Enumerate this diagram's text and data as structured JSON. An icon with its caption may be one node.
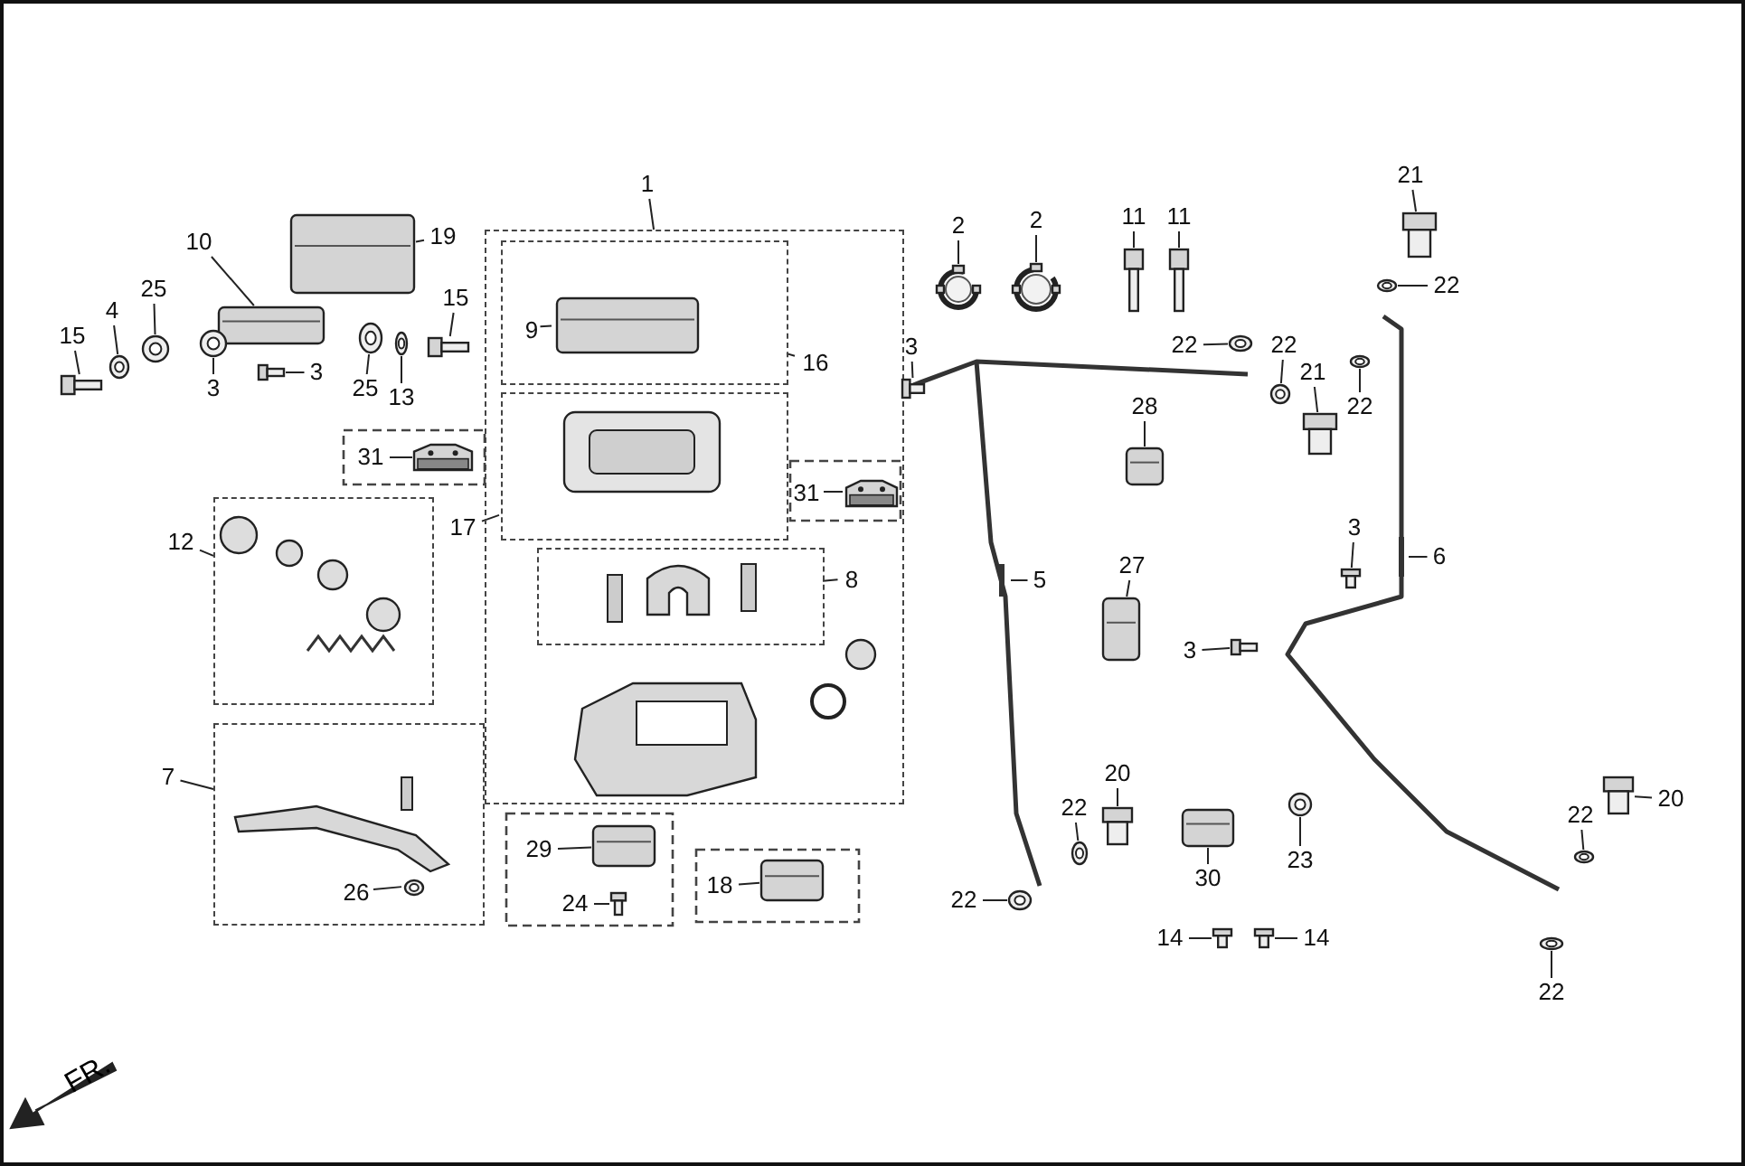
{
  "diagram": {
    "nodes": [
      {
        "text": [],
        "shape": "box"
      },
      {
        "text": [],
        "shape": "box",
        "in": 0
      },
      {
        "text": [],
        "shape": "box",
        "in": 0
      },
      {
        "text": [],
        "shape": "box",
        "in": 0
      },
      {
        "text": [],
        "shape": "box"
      },
      {
        "text": [],
        "shape": "box"
      },
      {
        "text": [
          "10"
        ]
      },
      {
        "text": [],
        "shape": "picture"
      },
      {
        "text": [
          "19"
        ]
      },
      {
        "text": [],
        "shape": "picture"
      },
      {
        "text": [
          "15"
        ]
      },
      {
        "text": [],
        "shape": "picture"
      },
      {
        "text": [
          "4"
        ]
      },
      {
        "text": [],
        "shape": "picture"
      },
      {
        "text": [
          "25"
        ]
      },
      {
        "text": [],
        "shape": "picture"
      },
      {
        "text": [
          "3"
        ]
      },
      {
        "text": [],
        "shape": "picture"
      },
      {
        "text": [
          "3"
        ]
      },
      {
        "text": [],
        "shape": "picture"
      },
      {
        "text": [
          "25"
        ]
      },
      {
        "text": [],
        "shape": "picture"
      },
      {
        "text": [
          "13"
        ]
      },
      {
        "text": [],
        "shape": "picture"
      },
      {
        "text": [
          "15"
        ]
      },
      {
        "text": [],
        "shape": "picture"
      },
      {
        "text": [
          "1"
        ]
      },
      {
        "text": [
          "9"
        ],
        "in": 1
      },
      {
        "text": [],
        "shape": "picture",
        "in": 1
      },
      {
        "text": [
          "16"
        ],
        "in": 0
      },
      {
        "text": [
          "17"
        ]
      },
      {
        "text": [
          "31"
        ]
      },
      {
        "text": [],
        "shape": "picture"
      },
      {
        "text": [
          "12"
        ]
      },
      {
        "text": [
          "8"
        ],
        "in": 0
      },
      {
        "text": [
          "31"
        ],
        "in": 0
      },
      {
        "text": [],
        "shape": "picture",
        "in": 0
      },
      {
        "text": [
          "7"
        ]
      },
      {
        "text": [
          "26"
        ],
        "in": 5
      },
      {
        "text": [],
        "shape": "picture",
        "in": 5
      },
      {
        "text": [
          "29"
        ]
      },
      {
        "text": [],
        "shape": "picture"
      },
      {
        "text": [
          "24"
        ]
      },
      {
        "text": [],
        "shape": "picture"
      },
      {
        "text": [
          "18"
        ]
      },
      {
        "text": [],
        "shape": "picture"
      },
      {
        "text": [
          "2"
        ]
      },
      {
        "text": [],
        "shape": "picture"
      },
      {
        "text": [
          "2"
        ]
      },
      {
        "text": [],
        "shape": "picture"
      },
      {
        "text": [
          "11"
        ]
      },
      {
        "text": [],
        "shape": "picture"
      },
      {
        "text": [
          "11"
        ]
      },
      {
        "text": [],
        "shape": "picture"
      },
      {
        "text": [
          "3"
        ]
      },
      {
        "text": [],
        "shape": "picture"
      },
      {
        "text": [
          "22"
        ]
      },
      {
        "text": [],
        "shape": "picture"
      },
      {
        "text": [
          "22"
        ]
      },
      {
        "text": [],
        "shape": "picture"
      },
      {
        "text": [
          "21"
        ]
      },
      {
        "text": [],
        "shape": "picture"
      },
      {
        "text": [
          "22"
        ]
      },
      {
        "text": [],
        "shape": "picture"
      },
      {
        "text": [
          "21"
        ]
      },
      {
        "text": [],
        "shape": "picture"
      },
      {
        "text": [
          "22"
        ]
      },
      {
        "text": [],
        "shape": "picture"
      },
      {
        "text": [
          "28"
        ]
      },
      {
        "text": [],
        "shape": "picture"
      },
      {
        "text": [
          "5"
        ]
      },
      {
        "text": [],
        "shape": "picture"
      },
      {
        "text": [
          "6"
        ]
      },
      {
        "text": [],
        "shape": "picture"
      },
      {
        "text": [
          "3"
        ]
      },
      {
        "text": [],
        "shape": "picture"
      },
      {
        "text": [
          "27"
        ]
      },
      {
        "text": [],
        "shape": "picture"
      },
      {
        "text": [
          "3"
        ]
      },
      {
        "text": [],
        "shape": "picture"
      },
      {
        "text": [
          "20"
        ]
      },
      {
        "text": [],
        "shape": "picture"
      },
      {
        "text": [
          "22"
        ]
      },
      {
        "text": [],
        "shape": "picture"
      },
      {
        "text": [
          "22"
        ]
      },
      {
        "text": [],
        "shape": "picture"
      },
      {
        "text": [
          "30"
        ]
      },
      {
        "text": [],
        "shape": "picture"
      },
      {
        "text": [
          "23"
        ]
      },
      {
        "text": [],
        "shape": "picture"
      },
      {
        "text": [
          "14"
        ]
      },
      {
        "text": [],
        "shape": "picture"
      },
      {
        "text": [
          "14"
        ]
      },
      {
        "text": [],
        "shape": "picture"
      },
      {
        "text": [
          "20"
        ]
      },
      {
        "text": [],
        "shape": "picture"
      },
      {
        "text": [
          "22"
        ]
      },
      {
        "text": [],
        "shape": "picture"
      },
      {
        "text": [
          "22"
        ]
      },
      {
        "text": [],
        "shape": "picture"
      }
    ],
    "edges": [
      {
        "from": 6,
        "to": 7,
        "arrow": "none"
      },
      {
        "from": 8,
        "to": 9,
        "arrow": "none"
      },
      {
        "from": 10,
        "to": 11,
        "arrow": "none"
      },
      {
        "from": 12,
        "to": 13,
        "arrow": "none"
      },
      {
        "from": 14,
        "to": 15,
        "arrow": "none"
      },
      {
        "from": 16,
        "to": 17,
        "arrow": "none"
      },
      {
        "from": 18,
        "to": 19,
        "arrow": "none"
      },
      {
        "from": 20,
        "to": 21,
        "arrow": "none"
      },
      {
        "from": 22,
        "to": 23,
        "arrow": "none"
      },
      {
        "from": 24,
        "to": 25,
        "arrow": "none"
      },
      {
        "from": 26,
        "to": 0,
        "arrow": "none"
      },
      {
        "from": 27,
        "to": 28,
        "arrow": "none"
      },
      {
        "from": 29,
        "to": 1,
        "arrow": "none"
      },
      {
        "from": 30,
        "to": 2,
        "arrow": "none"
      },
      {
        "from": 31,
        "to": 32,
        "arrow": "none"
      },
      {
        "from": 33,
        "to": 4,
        "arrow": "none"
      },
      {
        "from": 34,
        "to": 3,
        "arrow": "none"
      },
      {
        "from": 35,
        "to": 36,
        "arrow": "none"
      },
      {
        "from": 37,
        "to": 5,
        "arrow": "none"
      },
      {
        "from": 38,
        "to": 39,
        "arrow": "none"
      },
      {
        "from": 40,
        "to": 41,
        "arrow": "none"
      },
      {
        "from": 42,
        "to": 43,
        "arrow": "none"
      },
      {
        "from": 44,
        "to": 45,
        "arrow": "none"
      },
      {
        "from": 46,
        "to": 47,
        "arrow": "none"
      },
      {
        "from": 48,
        "to": 49,
        "arrow": "none"
      },
      {
        "from": 50,
        "to": 51,
        "arrow": "none"
      },
      {
        "from": 52,
        "to": 53,
        "arrow": "none"
      },
      {
        "from": 54,
        "to": 55,
        "arrow": "none"
      },
      {
        "from": 56,
        "to": 57,
        "arrow": "none"
      },
      {
        "from": 58,
        "to": 59,
        "arrow": "none"
      },
      {
        "from": 60,
        "to": 61,
        "arrow": "none"
      },
      {
        "from": 62,
        "to": 63,
        "arrow": "none"
      },
      {
        "from": 64,
        "to": 65,
        "arrow": "none"
      },
      {
        "from": 66,
        "to": 67,
        "arrow": "none"
      },
      {
        "from": 68,
        "to": 69,
        "arrow": "none"
      },
      {
        "from": 70,
        "to": 71,
        "arrow": "none"
      },
      {
        "from": 72,
        "to": 73,
        "arrow": "none"
      },
      {
        "from": 74,
        "to": 75,
        "arrow": "none"
      },
      {
        "from": 76,
        "to": 77,
        "arrow": "none"
      },
      {
        "from": 78,
        "to": 79,
        "arrow": "none"
      },
      {
        "from": 80,
        "to": 81,
        "arrow": "none"
      },
      {
        "from": 82,
        "to": 83,
        "arrow": "none"
      },
      {
        "from": 84,
        "to": 85,
        "arrow": "none"
      },
      {
        "from": 86,
        "to": 87,
        "arrow": "none"
      },
      {
        "from": 88,
        "to": 89,
        "arrow": "none"
      },
      {
        "from": 90,
        "to": 91,
        "arrow": "none"
      },
      {
        "from": 92,
        "to": 93,
        "arrow": "none"
      },
      {
        "from": 94,
        "to": 95,
        "arrow": "none"
      },
      {
        "from": 96,
        "to": 97,
        "arrow": "none"
      },
      {
        "from": 98,
        "to": 99,
        "arrow": "none"
      }
    ],
    "labels": [
      "FR."
    ]
  }
}
